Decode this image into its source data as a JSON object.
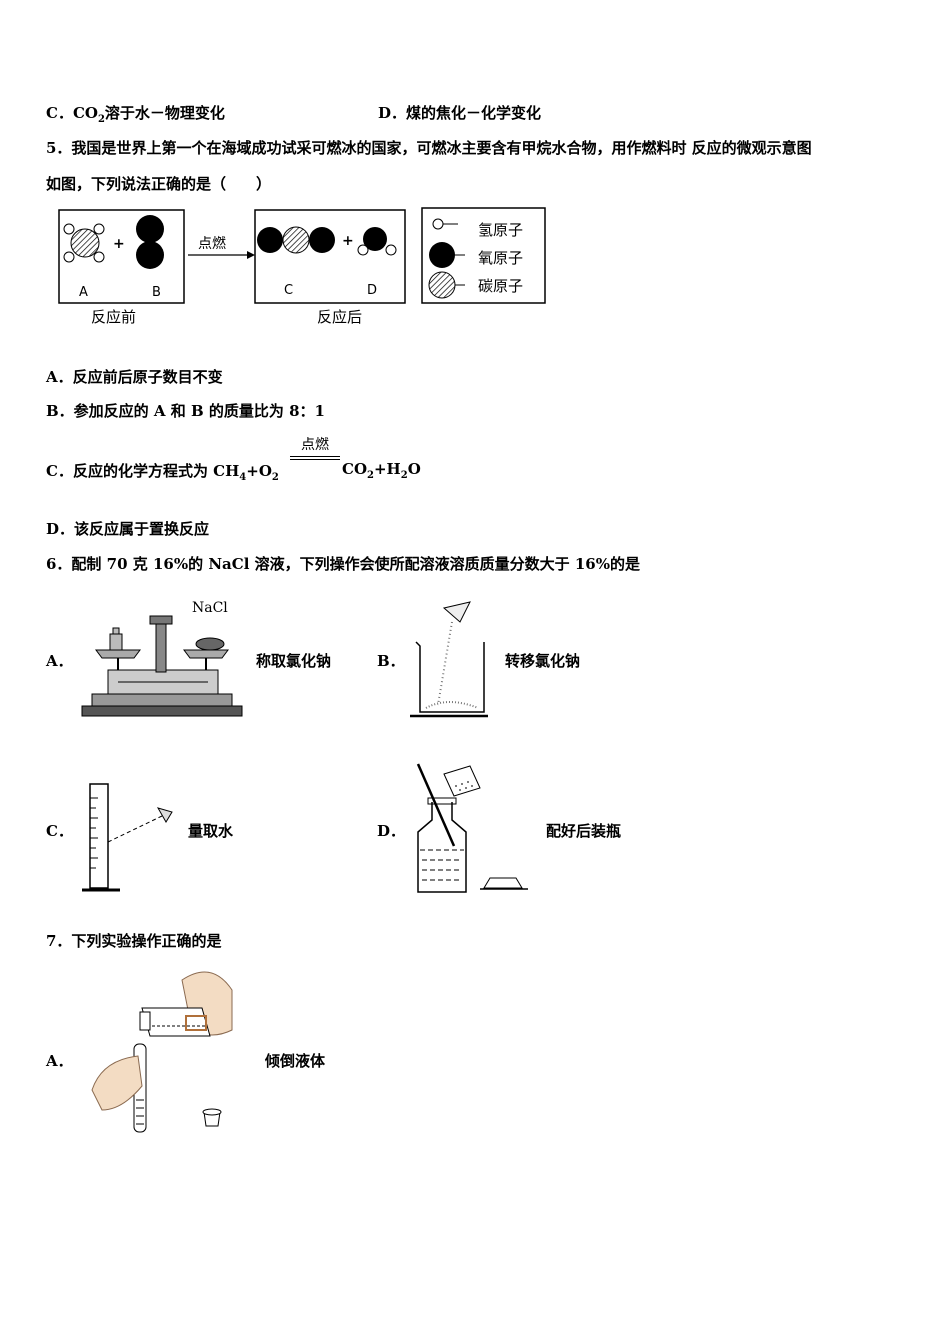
{
  "q4": {
    "optC_pre": "C．CO",
    "optC_sub": "2",
    "optC_post": "溶于水－物理变化",
    "optD": "D．煤的焦化－化学变化"
  },
  "q5": {
    "stem1": "5．我国是世界上第一个在海域成功试采可燃冰的国家，可燃冰主要含有甲烷水合物，用作燃料时 反应的微观示意图",
    "stem2": "如图，下列说法正确的是（　　）",
    "fig": {
      "arrow_label": "点燃",
      "label_A": "A",
      "label_B": "B",
      "label_C": "C",
      "label_D": "D",
      "before": "反应前",
      "after": "反应后",
      "legend": [
        "氢原子",
        "氧原子",
        "碳原子"
      ]
    },
    "optA": "A．反应前后原子数目不变",
    "optB": "B．参加反应的 A 和 B 的质量比为 8：1",
    "optC_pre": "C．反应的化学方程式为 CH",
    "optC_sub1": "4",
    "optC_mid": "+O",
    "optC_sub2": "2",
    "optC_cond": "点燃",
    "optC_post_pre": "CO",
    "optC_sub3": "2",
    "optC_post_mid": "+H",
    "optC_sub4": "2",
    "optC_post_end": "O",
    "optD": "D．该反应属于置换反应"
  },
  "q6": {
    "stem": "6．配制 70 克 16%的 NaCl 溶液，下列操作会使所配溶液溶质质量分数大于 16%的是",
    "A_letter": "A．",
    "A_caption": "称取氯化钠",
    "A_fig_label": "NaCl",
    "B_letter": "B．",
    "B_caption": "转移氯化钠",
    "C_letter": "C．",
    "C_caption": "量取水",
    "D_letter": "D．",
    "D_caption": "配好后装瓶"
  },
  "q7": {
    "stem": "7．下列实验操作正确的是",
    "A_letter": "A．",
    "A_caption": "倾倒液体"
  }
}
